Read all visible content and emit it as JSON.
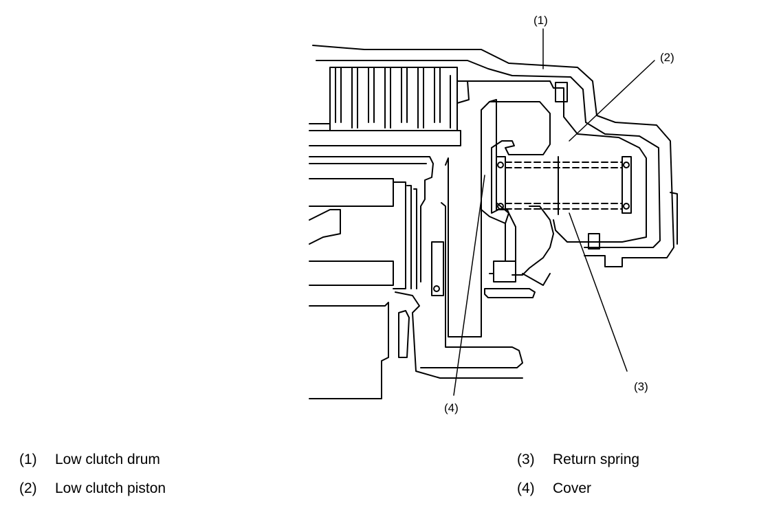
{
  "callouts": [
    {
      "num": "(1)"
    },
    {
      "num": "(2)"
    },
    {
      "num": "(3)"
    },
    {
      "num": "(4)"
    }
  ],
  "legend": [
    {
      "num": "(1)",
      "label": "Low clutch drum"
    },
    {
      "num": "(2)",
      "label": "Low clutch piston"
    },
    {
      "num": "(3)",
      "label": "Return spring"
    },
    {
      "num": "(4)",
      "label": "Cover"
    }
  ]
}
